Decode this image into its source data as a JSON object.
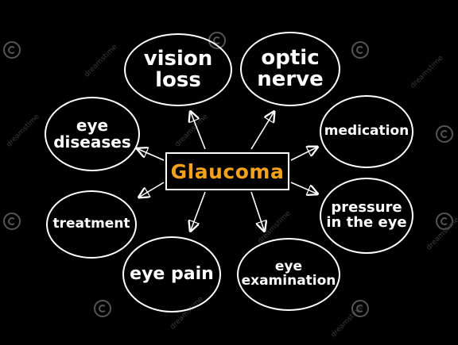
{
  "center": {
    "label": "Glaucoma",
    "color": "#f4a21b"
  },
  "nodes": [
    {
      "id": "vision-loss",
      "label": "vision\nloss"
    },
    {
      "id": "optic-nerve",
      "label": "optic\nnerve"
    },
    {
      "id": "eye-diseases",
      "label": "eye\ndiseases"
    },
    {
      "id": "medication",
      "label": "medication"
    },
    {
      "id": "treatment",
      "label": "treatment"
    },
    {
      "id": "pressure-in-the-eye",
      "label": "pressure\nin the eye"
    },
    {
      "id": "eye-pain",
      "label": "eye pain"
    },
    {
      "id": "eye-examination",
      "label": "eye\nexamination"
    }
  ],
  "watermark": {
    "text": "dreamstime",
    "icon": "spiral-icon"
  },
  "colors": {
    "background": "#000000",
    "stroke": "#ffffff"
  }
}
